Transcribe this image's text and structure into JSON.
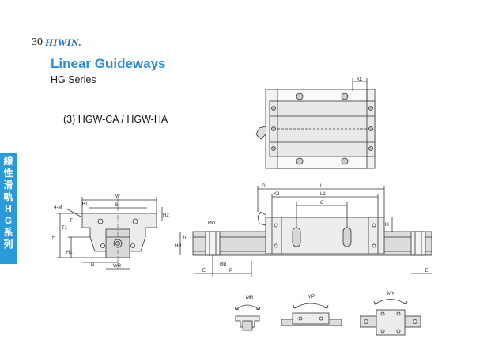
{
  "header": {
    "page_number": "30",
    "brand": "HIWIN.",
    "title": "Linear Guideways",
    "series": "HG Series",
    "section": "(3) HGW-CA / HGW-HA"
  },
  "side_tab": {
    "chars": [
      "線",
      "性",
      "滑",
      "軌",
      "H",
      "G",
      "系",
      "列"
    ]
  },
  "top_view": {
    "labels": {
      "k1": "K1"
    }
  },
  "front_view": {
    "labels": {
      "w": "W",
      "b": "B",
      "b1": "B1",
      "four_m": "4-M",
      "t": "T",
      "t1": "T1",
      "h": "H",
      "h1": "H1",
      "h2": "H2",
      "n": "N",
      "wr": "WR"
    }
  },
  "side_view": {
    "labels": {
      "g": "G",
      "l": "L",
      "k2": "K2",
      "l1": "L1",
      "c": "C",
      "h3": "H3",
      "big_d": "ØD",
      "hr": "HR",
      "h": "h",
      "small_d": "Ød",
      "e_left": "E",
      "p": "P",
      "e_right": "E"
    }
  },
  "moments": {
    "mr": "MR",
    "mp": "MP",
    "my": "MY"
  },
  "colors": {
    "accent": "#2a8fd8",
    "tab": "#2a9ad8",
    "rail": "#d9d9d9",
    "block": "#ececec",
    "line": "#333333"
  }
}
